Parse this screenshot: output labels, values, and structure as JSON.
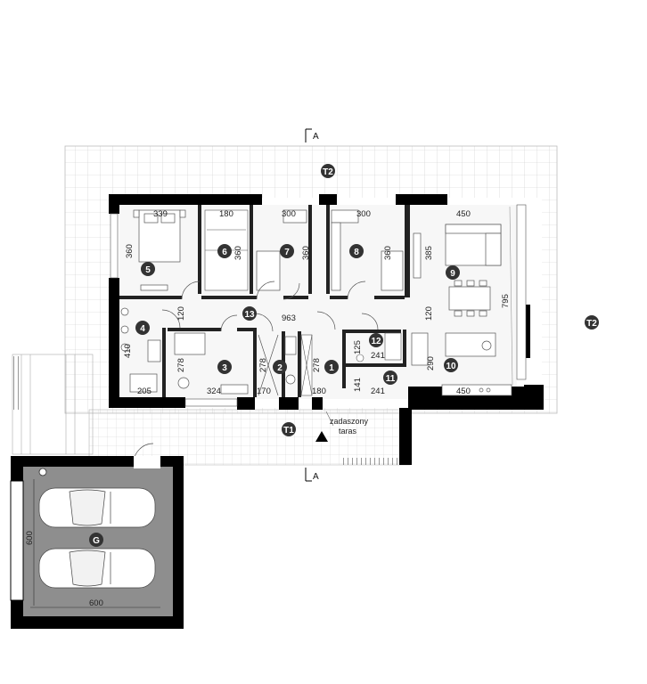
{
  "plan": {
    "section_marker": "A",
    "covered_terrace_note": [
      "zadaszony",
      "taras"
    ],
    "rooms": [
      {
        "id": "T2",
        "label": "T2"
      },
      {
        "id": "T2b",
        "label": "T2"
      },
      {
        "id": "1",
        "label": "1"
      },
      {
        "id": "2",
        "label": "2"
      },
      {
        "id": "3",
        "label": "3"
      },
      {
        "id": "4",
        "label": "4"
      },
      {
        "id": "5",
        "label": "5"
      },
      {
        "id": "6",
        "label": "6"
      },
      {
        "id": "7",
        "label": "7"
      },
      {
        "id": "8",
        "label": "8"
      },
      {
        "id": "9",
        "label": "9"
      },
      {
        "id": "10",
        "label": "10"
      },
      {
        "id": "11",
        "label": "11"
      },
      {
        "id": "12",
        "label": "12"
      },
      {
        "id": "13",
        "label": "13"
      },
      {
        "id": "T1",
        "label": "T1"
      },
      {
        "id": "G",
        "label": "G"
      }
    ],
    "dimensions": {
      "r5_w": "339",
      "r6_w": "180",
      "r7_w": "300",
      "r8_w": "300",
      "r9_w": "450",
      "r5_h": "360",
      "r6_h": "360",
      "r7_h": "360",
      "r8_h": "360",
      "r9_h": "385",
      "total_h": "795",
      "r13_door": "120",
      "r13_len": "963",
      "r9_gap": "120",
      "r4_h": "410",
      "r3_h": "278",
      "r2_h": "278",
      "r1_h": "278",
      "r12_h": "125",
      "r12_w": "241",
      "r11_h": "141",
      "r11_w": "241",
      "r10_h": "290",
      "b4_w": "205",
      "b3_w": "324",
      "b2_w": "170",
      "b1_w": "180",
      "b10_w": "450",
      "garage_h": "600",
      "garage_w": "600"
    }
  }
}
